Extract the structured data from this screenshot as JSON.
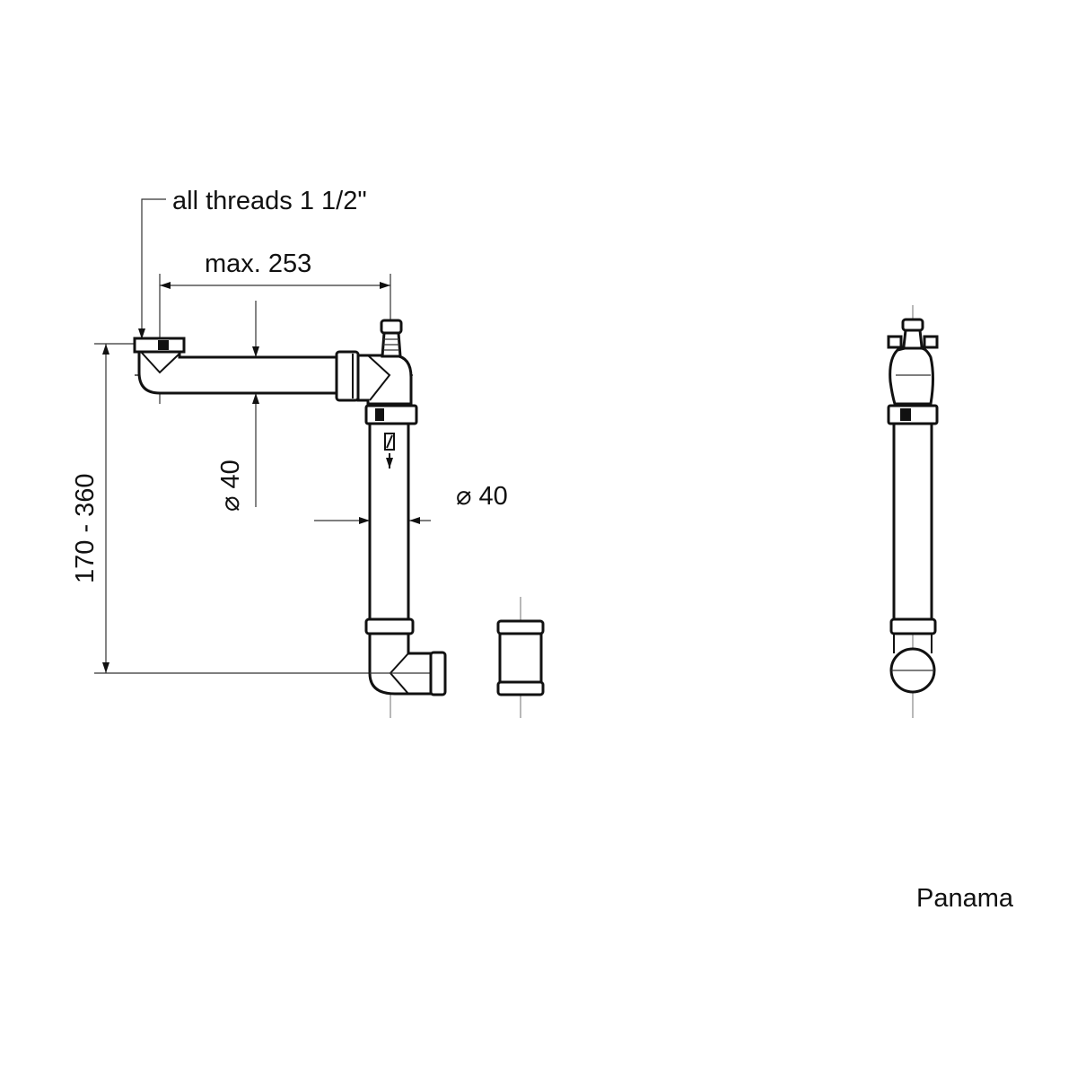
{
  "drawing": {
    "thread_note": "all threads 1 1/2\"",
    "width_dimension": "max.  253",
    "height_dimension": "170  -  360",
    "diameter_horizontal": "⌀ 40",
    "diameter_vertical": "⌀ 40",
    "product_name": "Panama"
  }
}
